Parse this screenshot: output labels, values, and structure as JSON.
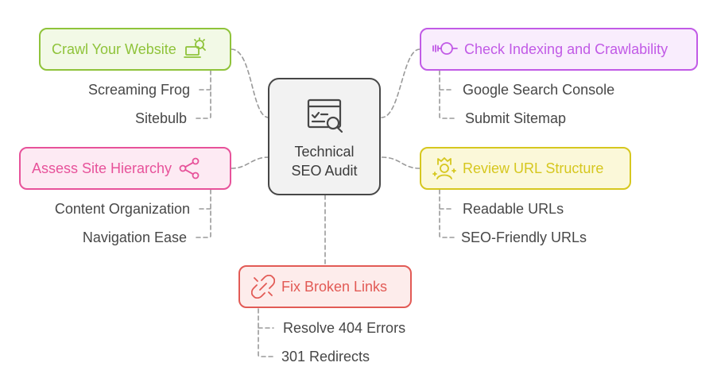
{
  "center": {
    "title_line1": "Technical",
    "title_line2": "SEO Audit",
    "icon": "checklist-search-icon"
  },
  "colors": {
    "center_border": "#474747",
    "center_fill": "#f2f2f2",
    "connector": "#9a9a9a",
    "green": "#8fc33a",
    "purple": "#c15ae6",
    "pink": "#e7529a",
    "yellow": "#d6c71f",
    "red": "#e25a55"
  },
  "branches": {
    "crawl": {
      "label": "Crawl Your Website",
      "icon": "laptop-search-icon",
      "leaves": [
        "Screaming Frog",
        "Sitebulb"
      ]
    },
    "indexing": {
      "label": "Check Indexing and Crawlability",
      "icon": "magnifier-scan-icon",
      "leaves": [
        "Google Search Console",
        "Submit Sitemap"
      ]
    },
    "hierarchy": {
      "label": "Assess Site Hierarchy",
      "icon": "share-icon",
      "leaves": [
        "Content Organization",
        "Navigation Ease"
      ]
    },
    "url": {
      "label": "Review URL Structure",
      "icon": "crown-person-icon",
      "leaves": [
        "Readable URLs",
        "SEO-Friendly URLs"
      ]
    },
    "links": {
      "label": "Fix Broken Links",
      "icon": "broken-link-icon",
      "leaves": [
        "Resolve 404 Errors",
        "301 Redirects"
      ]
    }
  }
}
